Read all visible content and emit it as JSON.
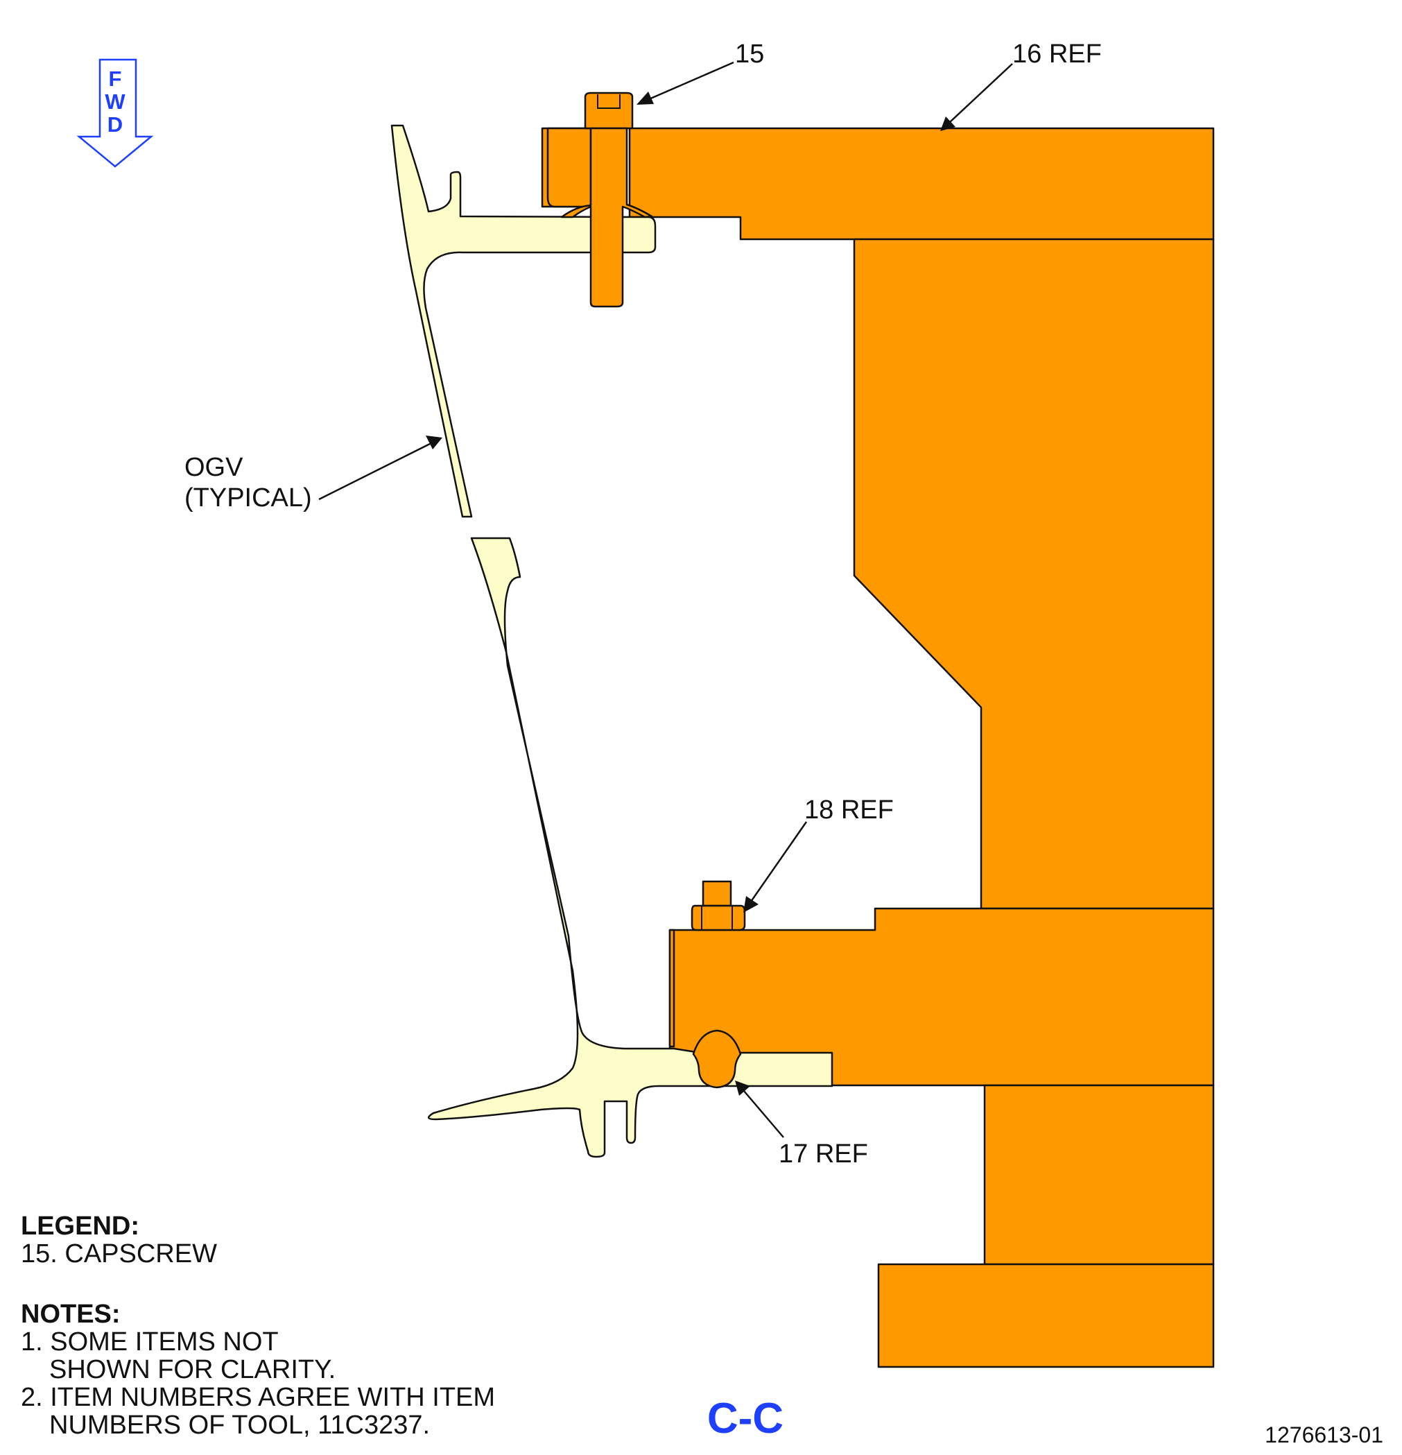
{
  "fwd_arrow": {
    "letters": [
      "F",
      "W",
      "D"
    ],
    "color": "#1F3FFF"
  },
  "callouts": {
    "item_15": "15",
    "item_16": "16 REF",
    "item_18": "18 REF",
    "item_17": "17 REF",
    "ogv_line1": "OGV",
    "ogv_line2": "(TYPICAL)"
  },
  "legend": {
    "heading": "LEGEND:",
    "items": [
      "15. CAPSCREW"
    ]
  },
  "notes": {
    "heading": "NOTES:",
    "lines": [
      "1. SOME ITEMS NOT",
      "SHOWN FOR CLARITY.",
      "2. ITEM NUMBERS AGREE WITH ITEM",
      "NUMBERS OF TOOL, 11C3237."
    ]
  },
  "view_title": "C-C",
  "figure_number": "1276613-01",
  "colors": {
    "tool_fill": "#FF9900",
    "ogv_fill": "#FDFDC9",
    "outline": "#111111",
    "title_color": "#1F3FFF"
  }
}
